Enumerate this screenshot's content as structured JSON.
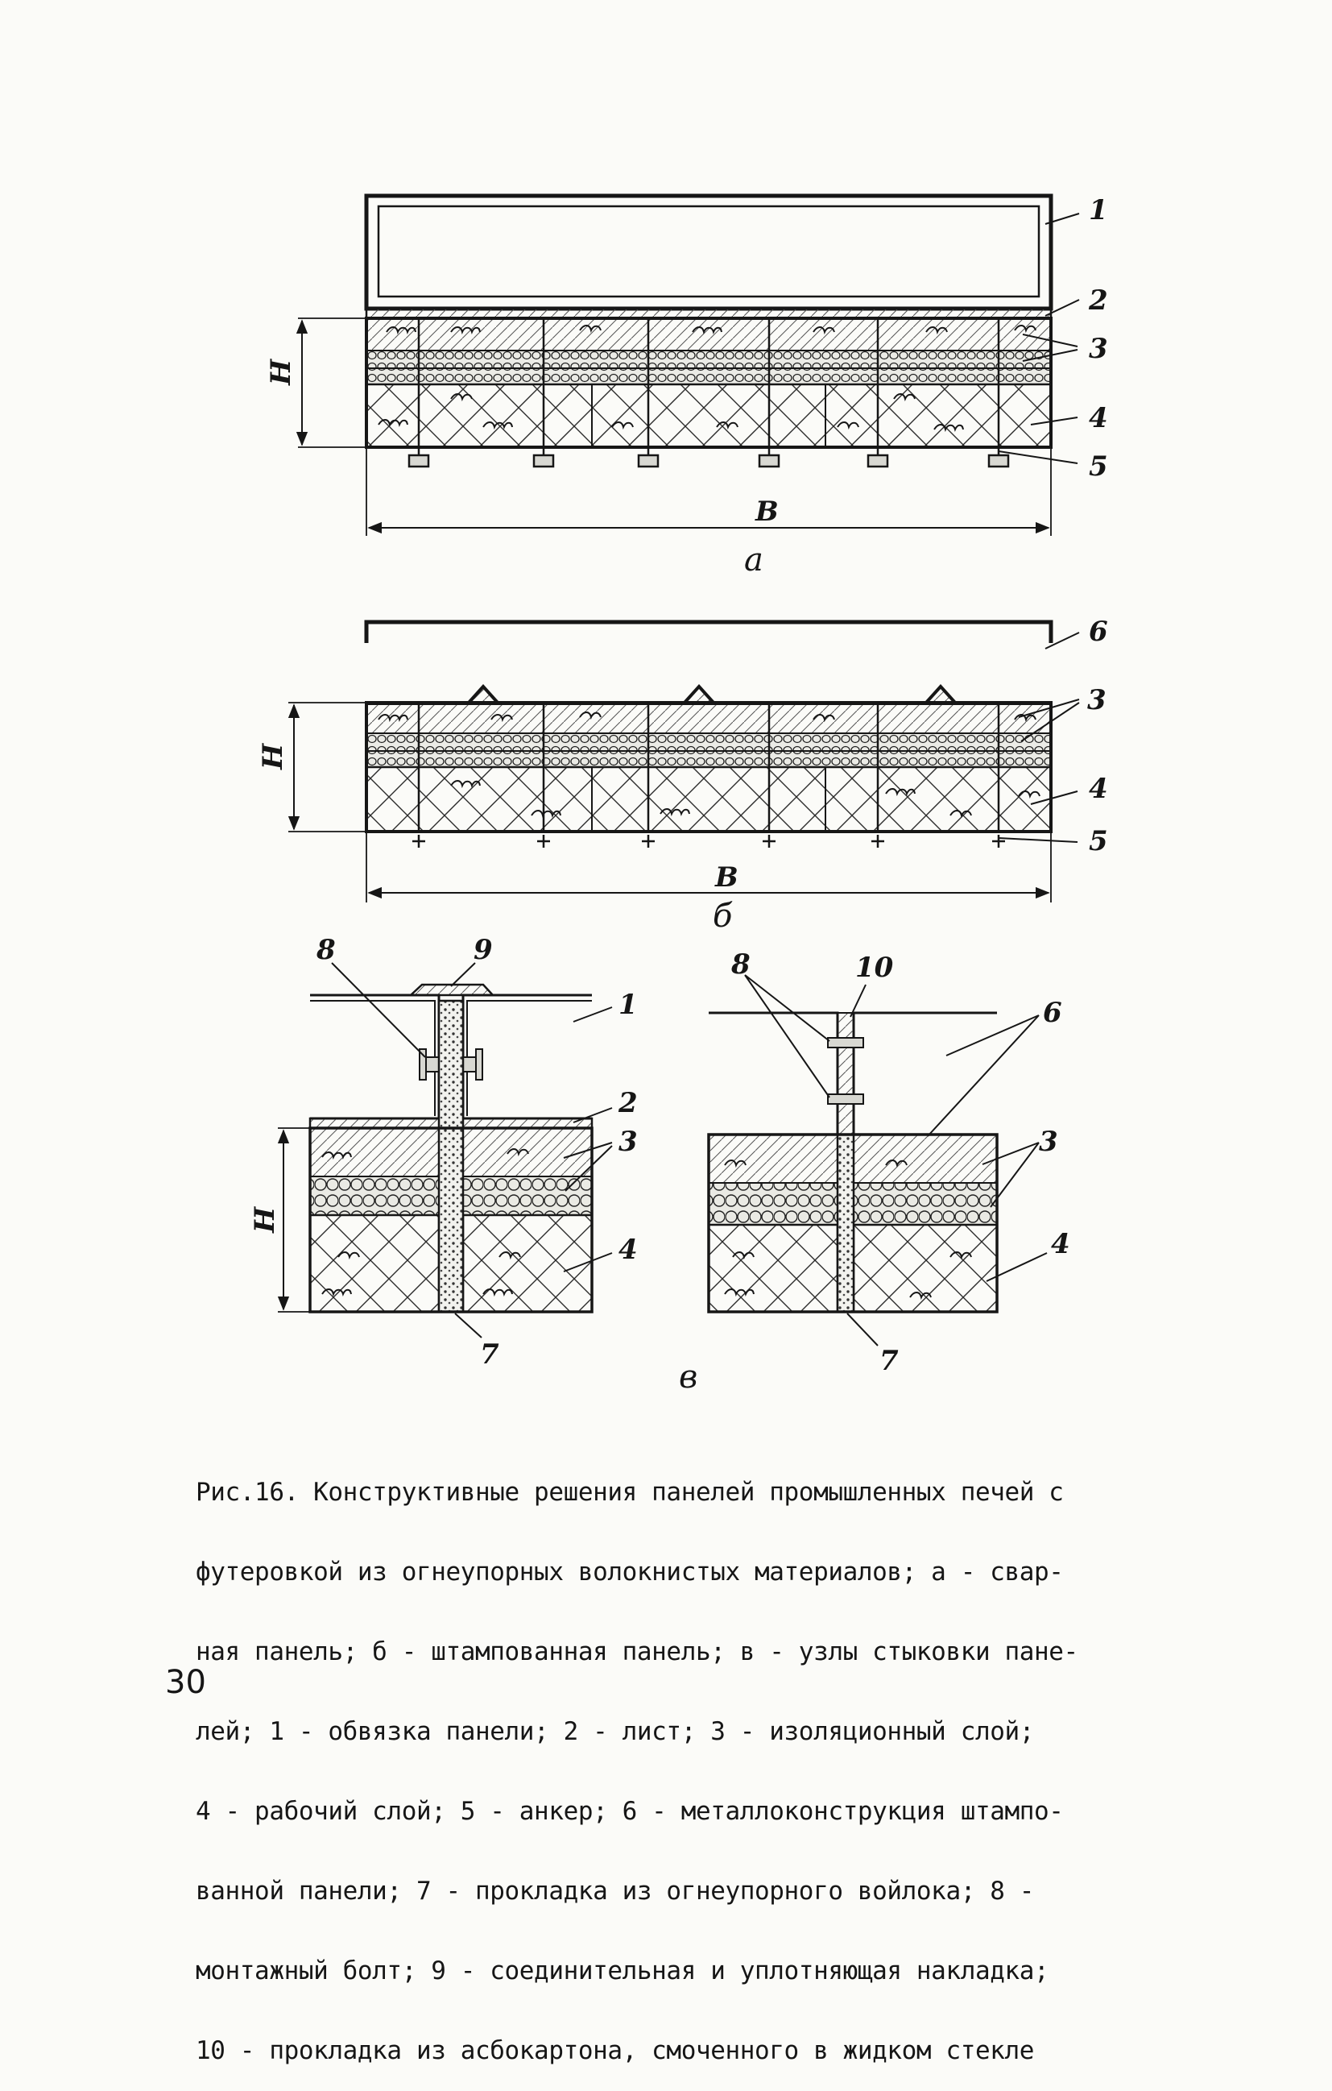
{
  "figure": {
    "a": {
      "sublabel": "а",
      "dimension_height": "H",
      "dimension_width": "B",
      "callouts": [
        "1",
        "2",
        "3",
        "4",
        "5"
      ]
    },
    "b": {
      "sublabel": "б",
      "dimension_height": "H",
      "dimension_width": "B",
      "callouts": [
        "6",
        "3",
        "4",
        "5"
      ]
    },
    "v": {
      "sublabel": "в",
      "dimension_height": "H",
      "left_callouts": [
        "8",
        "9",
        "1",
        "2",
        "3",
        "4",
        "7"
      ],
      "right_callouts": [
        "8",
        "10",
        "6",
        "3",
        "4",
        "7"
      ]
    }
  },
  "caption": {
    "lines": [
      "Рис.16. Конструктивные решения панелей промышленных печей с",
      "футеровкой из огнеупорных волокнистых материалов; а - свар-",
      "ная панель; б - штампованная панель; в - узлы стыковки пане-",
      "лей; 1 - обвязка панели; 2 - лист; 3 - изоляционный слой;",
      "4 - рабочий слой; 5 - анкер; 6 - металлоконструкция штампо-",
      "ванной панели; 7 - прокладка из огнеупорного войлока; 8 -",
      "монтажный болт; 9 - соединительная и уплотняющая накладка;",
      "10 - прокладка из асбокартона, смоченного в жидком стекле"
    ]
  },
  "page_number": "30"
}
